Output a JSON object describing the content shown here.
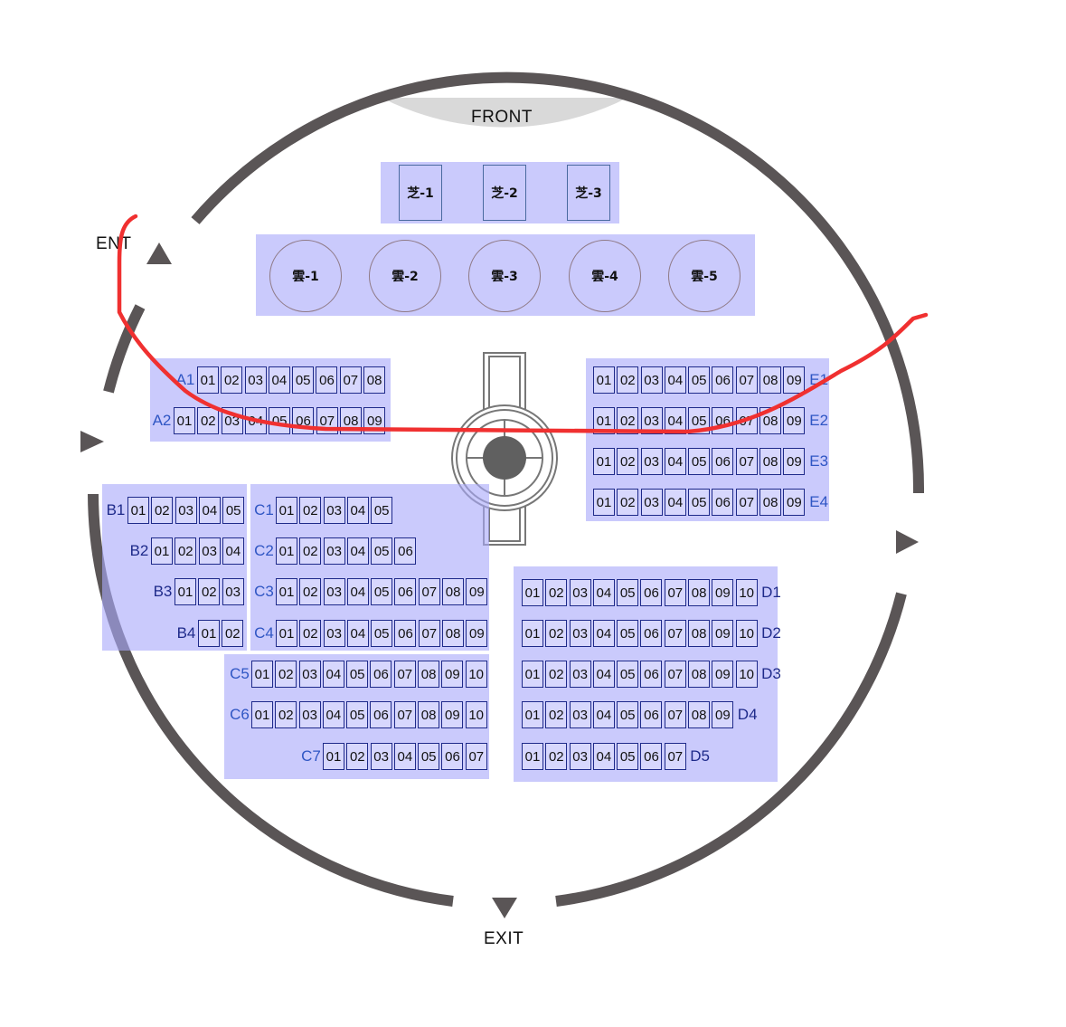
{
  "labels": {
    "front": "FRONT",
    "entrance": "ENT",
    "exit": "EXIT"
  },
  "colors": {
    "ring": "#5a5556",
    "panel": "#aaaafa",
    "seat_border": "#1e2a8a",
    "row_label": "#2f56c4",
    "route": "#f03030",
    "stage_front": "#d9d9d9"
  },
  "icons": {
    "entrance_arrow": "triangle-icon",
    "exit_arrow": "triangle-icon",
    "side_arrows": "triangle-icon"
  },
  "tables": {
    "square": [
      "芝-1",
      "芝-2",
      "芝-3"
    ],
    "round": [
      "雲-1",
      "雲-2",
      "雲-3",
      "雲-4",
      "雲-5"
    ]
  },
  "blocks": {
    "A": [
      {
        "label": "A1",
        "seats": [
          "01",
          "02",
          "03",
          "04",
          "05",
          "06",
          "07",
          "08"
        ]
      },
      {
        "label": "A2",
        "seats": [
          "01",
          "02",
          "03",
          "04",
          "05",
          "06",
          "07",
          "08",
          "09"
        ]
      }
    ],
    "E": [
      {
        "label": "E1",
        "seats": [
          "01",
          "02",
          "03",
          "04",
          "05",
          "06",
          "07",
          "08",
          "09"
        ]
      },
      {
        "label": "E2",
        "seats": [
          "01",
          "02",
          "03",
          "04",
          "05",
          "06",
          "07",
          "08",
          "09"
        ]
      },
      {
        "label": "E3",
        "seats": [
          "01",
          "02",
          "03",
          "04",
          "05",
          "06",
          "07",
          "08",
          "09"
        ]
      },
      {
        "label": "E4",
        "seats": [
          "01",
          "02",
          "03",
          "04",
          "05",
          "06",
          "07",
          "08",
          "09"
        ]
      }
    ],
    "B": [
      {
        "label": "B1",
        "seats": [
          "01",
          "02",
          "03",
          "04",
          "05"
        ]
      },
      {
        "label": "B2",
        "seats": [
          "01",
          "02",
          "03",
          "04"
        ]
      },
      {
        "label": "B3",
        "seats": [
          "01",
          "02",
          "03"
        ]
      },
      {
        "label": "B4",
        "seats": [
          "01",
          "02"
        ]
      }
    ],
    "C": [
      {
        "label": "C1",
        "seats": [
          "01",
          "02",
          "03",
          "04",
          "05"
        ]
      },
      {
        "label": "C2",
        "seats": [
          "01",
          "02",
          "03",
          "04",
          "05",
          "06"
        ]
      },
      {
        "label": "C3",
        "seats": [
          "01",
          "02",
          "03",
          "04",
          "05",
          "06",
          "07",
          "08",
          "09"
        ]
      },
      {
        "label": "C4",
        "seats": [
          "01",
          "02",
          "03",
          "04",
          "05",
          "06",
          "07",
          "08",
          "09"
        ]
      },
      {
        "label": "C5",
        "seats": [
          "01",
          "02",
          "03",
          "04",
          "05",
          "06",
          "07",
          "08",
          "09",
          "10"
        ]
      },
      {
        "label": "C6",
        "seats": [
          "01",
          "02",
          "03",
          "04",
          "05",
          "06",
          "07",
          "08",
          "09",
          "10"
        ]
      },
      {
        "label": "C7",
        "seats": [
          "01",
          "02",
          "03",
          "04",
          "05",
          "06",
          "07"
        ]
      }
    ],
    "D": [
      {
        "label": "D1",
        "seats": [
          "01",
          "02",
          "03",
          "04",
          "05",
          "06",
          "07",
          "08",
          "09",
          "10"
        ]
      },
      {
        "label": "D2",
        "seats": [
          "01",
          "02",
          "03",
          "04",
          "05",
          "06",
          "07",
          "08",
          "09",
          "10"
        ]
      },
      {
        "label": "D3",
        "seats": [
          "01",
          "02",
          "03",
          "04",
          "05",
          "06",
          "07",
          "08",
          "09",
          "10"
        ]
      },
      {
        "label": "D4",
        "seats": [
          "01",
          "02",
          "03",
          "04",
          "05",
          "06",
          "07",
          "08",
          "09"
        ]
      },
      {
        "label": "D5",
        "seats": [
          "01",
          "02",
          "03",
          "04",
          "05",
          "06",
          "07"
        ]
      }
    ]
  }
}
